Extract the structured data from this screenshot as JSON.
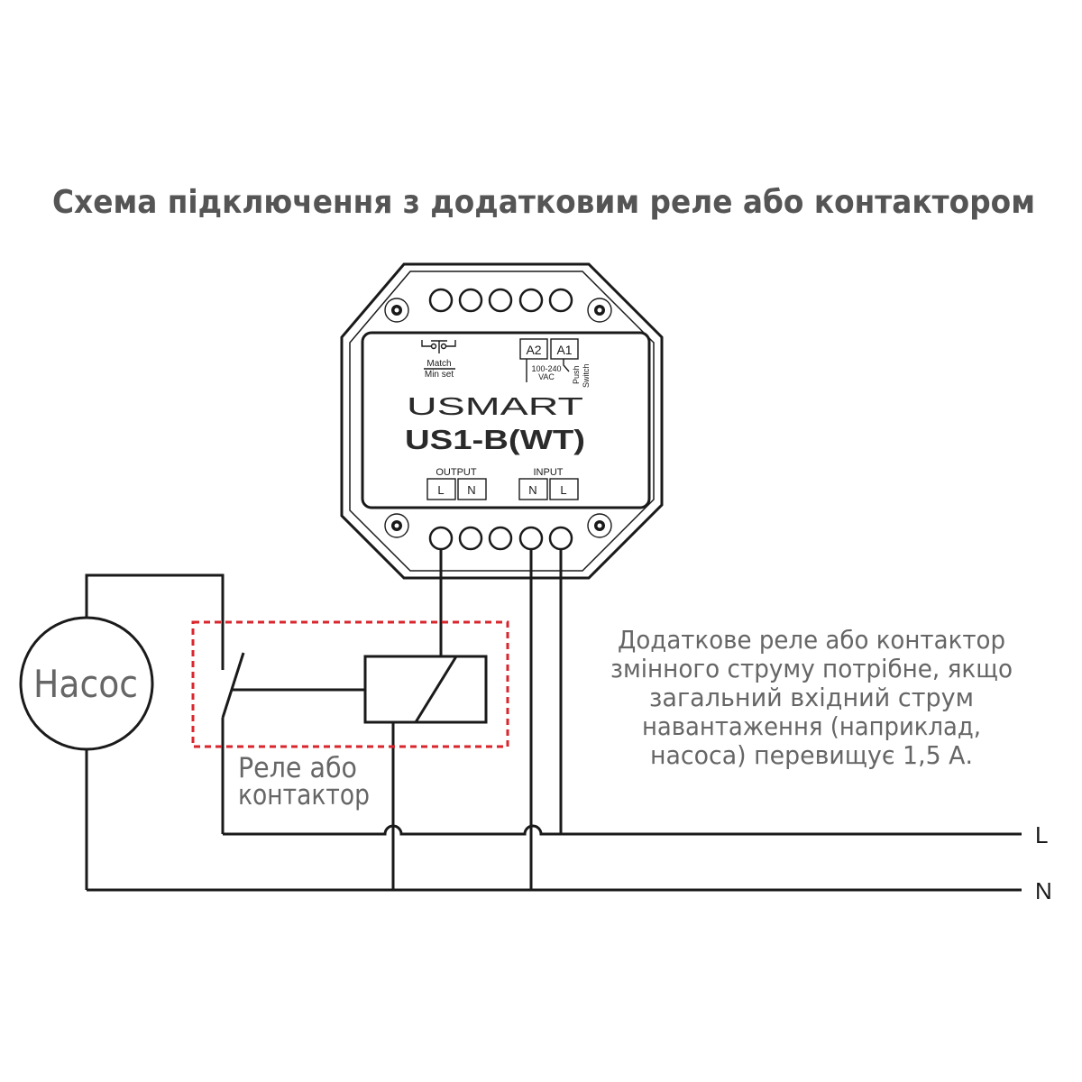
{
  "title": "Схема підключення з додатковим реле або контактором",
  "pump_label": "Насос",
  "relay_label": {
    "line1": "Реле або",
    "line2": "контактор"
  },
  "note_lines": [
    "Додаткове реле або контактор",
    "змінного струму потрібне, якщо",
    "загальний вхідний струм",
    "навантаження (наприклад,",
    "насоса) перевищує 1,5 А."
  ],
  "line_labels": {
    "l": "L",
    "n": "N"
  },
  "device": {
    "brand": "USMART",
    "model": "US1-B(WT)",
    "match": "Match",
    "min_set": "Min set",
    "a2": "A2",
    "a1": "A1",
    "voltage": "100-240",
    "vac": "VAC",
    "push": "Push",
    "switch": "Switch",
    "output_label": "OUTPUT",
    "output_l": "L",
    "output_n": "N",
    "input_label": "INPUT",
    "input_n": "N",
    "input_l": "L"
  },
  "colors": {
    "relay_box": "#d9262c",
    "title": "#555555",
    "note": "#666666"
  }
}
